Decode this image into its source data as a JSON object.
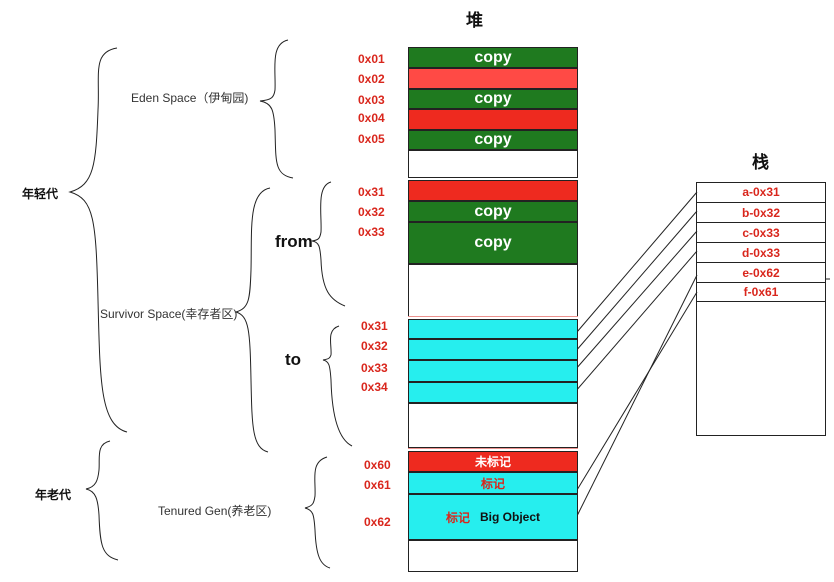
{
  "heap_title": "堆",
  "stack_title": "栈",
  "generations": {
    "young": "年轻代",
    "old": "年老代"
  },
  "regions": {
    "eden": "Eden Space（伊甸园)",
    "survivor": "Survivor Space(幸存者区)",
    "tenured": "Tenured Gen(养老区)"
  },
  "survivor_labels": {
    "from": "from",
    "to": "to"
  },
  "eden": {
    "addresses": [
      "0x01",
      "0x02",
      "0x03",
      "0x04",
      "0x05"
    ],
    "copy_label": "copy"
  },
  "from": {
    "addresses": [
      "0x31",
      "0x32",
      "0x33"
    ],
    "copy_label": "copy"
  },
  "to": {
    "addresses": [
      "0x31",
      "0x32",
      "0x33",
      "0x34"
    ]
  },
  "tenured": {
    "addresses": [
      "0x60",
      "0x61",
      "0x62"
    ],
    "unmarked_label": "未标记",
    "marked_label": "标记",
    "big_object_label": "Big Object"
  },
  "stack": {
    "refs": [
      "a-0x31",
      "b-0x32",
      "c-0x33",
      "d-0x33",
      "e-0x62",
      "f-0x61"
    ]
  }
}
